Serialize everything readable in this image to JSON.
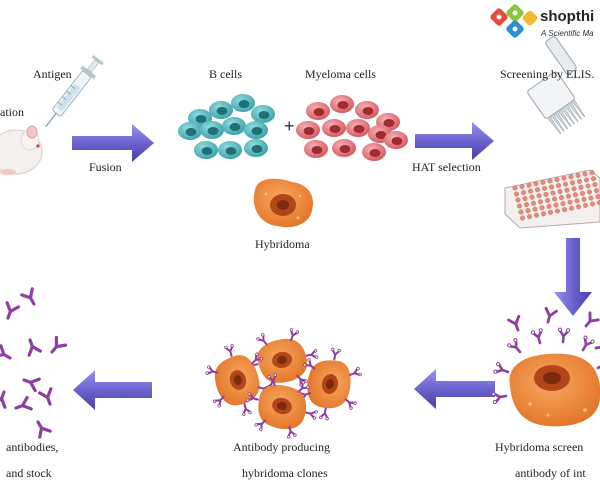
{
  "brand": {
    "name": "shopthi",
    "tagline": "A Scientific Ma"
  },
  "labels": {
    "immunization": "ation",
    "antigen": "Antigen",
    "fusion": "Fusion",
    "b_cells": "B cells",
    "myeloma_cells": "Myeloma cells",
    "plus": "+",
    "hybridoma": "Hybridoma",
    "hat_selection": "HAT selection",
    "screening": "Screening by ELIS.",
    "hybridoma_screen_1": "Hybridoma screen",
    "hybridoma_screen_2": "antibody of int",
    "clones_1": "Antibody producing",
    "clones_2": "hybridoma clones",
    "antibodies_1": "antibodies,",
    "antibodies_2": "and stock"
  },
  "colors": {
    "arrow": "#7a74d8",
    "arrow_dark": "#5148b0",
    "b_cell": "#4fb7bd",
    "b_cell_nucleus": "#1f6f76",
    "myeloma": "#e0737a",
    "myeloma_nucleus": "#9c2b34",
    "hybridoma": "#ee8e42",
    "hybridoma_nucleus": "#b3451a",
    "antibody": "#8e3fa0",
    "plate": "#e28a7b"
  }
}
